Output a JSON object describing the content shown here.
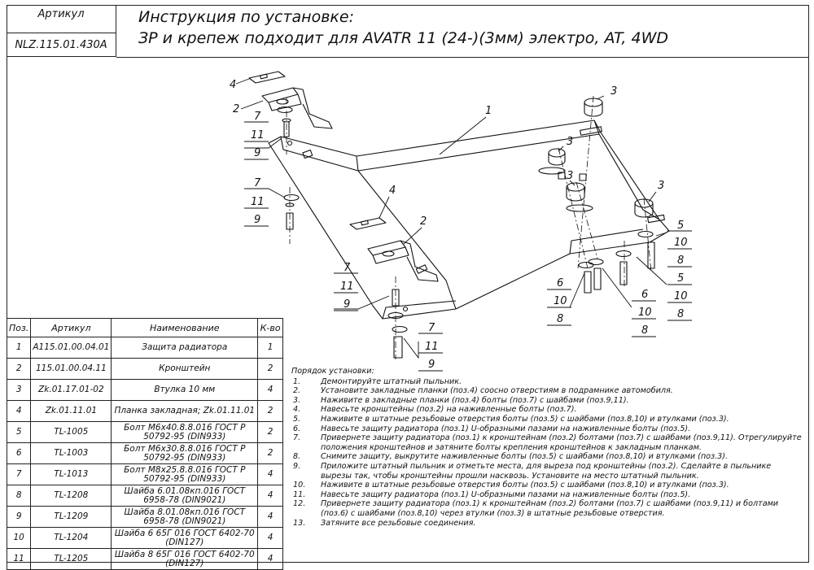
{
  "header": {
    "article_label": "Артикул",
    "article_code": "NLZ.115.01.430A",
    "title_line1": "Инструкция по установке:",
    "title_line2": "ЗР и крепеж подходит для AVATR 11 (24-)(3мм) электро, AT, 4WD"
  },
  "callouts": {
    "c1": "1",
    "c2": "2",
    "c3": "3",
    "c4": "4",
    "c5": "5",
    "c6": "6",
    "c7": "7",
    "c8": "8",
    "c9": "9",
    "c10": "10",
    "c11": "11"
  },
  "parts_table": {
    "headers": [
      "Поз.",
      "Артикул",
      "Наименование",
      "К-во"
    ],
    "rows": [
      {
        "pos": "1",
        "article": "A115.01.00.04.01",
        "name": "Защита радиатора",
        "qty": "1"
      },
      {
        "pos": "2",
        "article": "115.01.00.04.11",
        "name": "Кронштейн",
        "qty": "2"
      },
      {
        "pos": "3",
        "article": "Zk.01.17.01-02",
        "name": "Втулка 10 мм",
        "qty": "4"
      },
      {
        "pos": "4",
        "article": "Zk.01.11.01",
        "name": "Планка закладная; Zk.01.11.01",
        "qty": "2"
      },
      {
        "pos": "5",
        "article": "TL-1005",
        "name": "Болт М6х40.8.8.016 ГОСТ Р 50792-95 (DIN933)",
        "qty": "2"
      },
      {
        "pos": "6",
        "article": "TL-1003",
        "name": "Болт М6х30.8.8.016 ГОСТ Р 50792-95 (DIN933)",
        "qty": "2"
      },
      {
        "pos": "7",
        "article": "TL-1013",
        "name": "Болт М8х25.8.8.016 ГОСТ Р 50792-95 (DIN933)",
        "qty": "4"
      },
      {
        "pos": "8",
        "article": "TL-1208",
        "name": "Шайба 6.01.08кп.016 ГОСТ 6958-78 (DIN9021)",
        "qty": "4"
      },
      {
        "pos": "9",
        "article": "TL-1209",
        "name": "Шайба 8.01.08кп.016 ГОСТ 6958-78 (DIN9021)",
        "qty": "4"
      },
      {
        "pos": "10",
        "article": "TL-1204",
        "name": "Шайба 6 65Г 016 ГОСТ 6402-70 (DIN127)",
        "qty": "4"
      },
      {
        "pos": "11",
        "article": "TL-1205",
        "name": "Шайба 8 65Г 016 ГОСТ 6402-70 (DIN127)",
        "qty": "4"
      }
    ]
  },
  "instructions": {
    "heading": "Порядок установки:",
    "steps": [
      {
        "n": "1.",
        "text": "Демонтируйте штатный пыльник."
      },
      {
        "n": "2.",
        "text": "Установите закладные планки (поз.4) соосно отверстиям в подрамнике автомобиля."
      },
      {
        "n": "3.",
        "text": "Наживите в закладные планки (поз.4) болты (поз.7) с шайбами (поз.9,11)."
      },
      {
        "n": "4.",
        "text": "Навесьте кронштейны (поз.2) на наживленные болты (поз.7)."
      },
      {
        "n": "5.",
        "text": "Наживите в штатные резьбовые отверстия болты (поз.5) с шайбами (поз.8,10) и втулками (поз.3)."
      },
      {
        "n": "6.",
        "text": "Навесьте защиту радиатора (поз.1) U-образными пазами на наживленные болты (поз.5)."
      },
      {
        "n": "7.",
        "text": "Привернете защиту радиатора (поз.1) к кронштейнам (поз.2) болтами (поз.7) с шайбами (поз.9,11). Отрегулируйте положения кронштейнов и затяните болты крепления кронштейнов к закладным планкам."
      },
      {
        "n": "8.",
        "text": "Снимите защиту, выкрутите наживленные болты (поз.5) с шайбами (поз.8,10) и втулками (поз.3)."
      },
      {
        "n": "9.",
        "text": "Приложите штатный пыльник и отметьте места, для выреза под кронштейны (поз.2). Сделайте в пыльнике вырезы так, чтобы кронштейны прошли насквозь. Установите на место штатный пыльник."
      },
      {
        "n": "10.",
        "text": "Наживите в штатные резьбовые отверстия болты (поз.5) с шайбами (поз.8,10) и втулками (поз.3)."
      },
      {
        "n": "11.",
        "text": "Навесьте защиту радиатора (поз.1) U-образными пазами на наживленные болты (поз.5)."
      },
      {
        "n": "12.",
        "text": "Привернете защиту радиатора (поз.1) к кронштейнам (поз.2) болтами (поз.7) с шайбами (поз.9,11) и болтами (поз.6) с шайбами (поз.8,10) через втулки (поз.3) в штатные резьбовые отверстия."
      },
      {
        "n": "13.",
        "text": "Затяните все резьбовые соединения."
      }
    ]
  }
}
